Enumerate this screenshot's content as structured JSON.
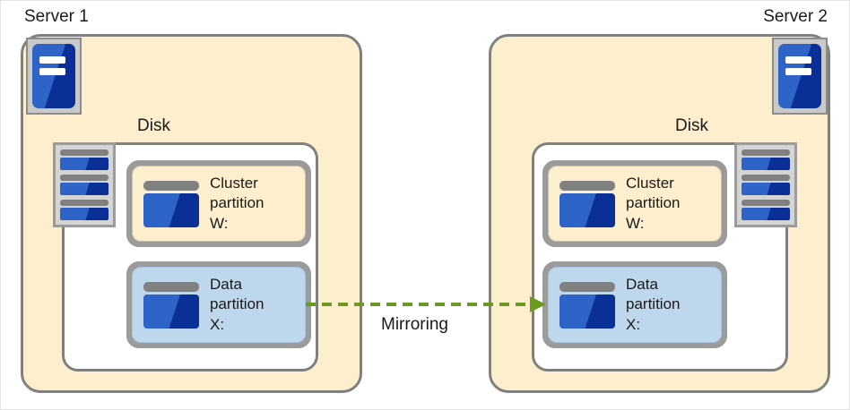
{
  "diagram": {
    "title_left": "Server 1",
    "title_right": "Server 2",
    "disk_label": "Disk",
    "mirroring_label": "Mirroring",
    "colors": {
      "server_fill": "#fdefcd",
      "server_border": "#808080",
      "disk_fill": "#ffffff",
      "cluster_partition_fill": "#fdefcd",
      "data_partition_fill": "#bfd7ec",
      "partition_border": "#9b9b9b",
      "icon_blue_light": "#2e64c8",
      "icon_blue_dark": "#0a2f96",
      "icon_grey": "#808080",
      "arrow_green": "#6a9a1f",
      "text": "#1a1a1a",
      "page_border": "#e3e3e3"
    },
    "icons": {
      "server": "server-icon",
      "disk_stack": "disk-stack-icon",
      "partition": "partition-disk-icon",
      "arrow": "dashed-arrow-right-icon"
    },
    "servers": [
      {
        "name": "Server 1",
        "icon_side": "left",
        "disk": {
          "label": "Disk",
          "partitions": [
            {
              "kind": "cluster",
              "label": "Cluster\npartition\nW:",
              "drive": "W:"
            },
            {
              "kind": "data",
              "label": "Data\npartition\nX:",
              "drive": "X:"
            }
          ]
        }
      },
      {
        "name": "Server 2",
        "icon_side": "right",
        "disk": {
          "label": "Disk",
          "partitions": [
            {
              "kind": "cluster",
              "label": "Cluster\npartition\nW:",
              "drive": "W:"
            },
            {
              "kind": "data",
              "label": "Data\npartition\nX:",
              "drive": "X:"
            }
          ]
        }
      }
    ],
    "connection": {
      "label": "Mirroring",
      "from": "Server 1 Data partition X:",
      "to": "Server 2 Data partition X:",
      "style": "dashed",
      "direction": "right"
    }
  }
}
